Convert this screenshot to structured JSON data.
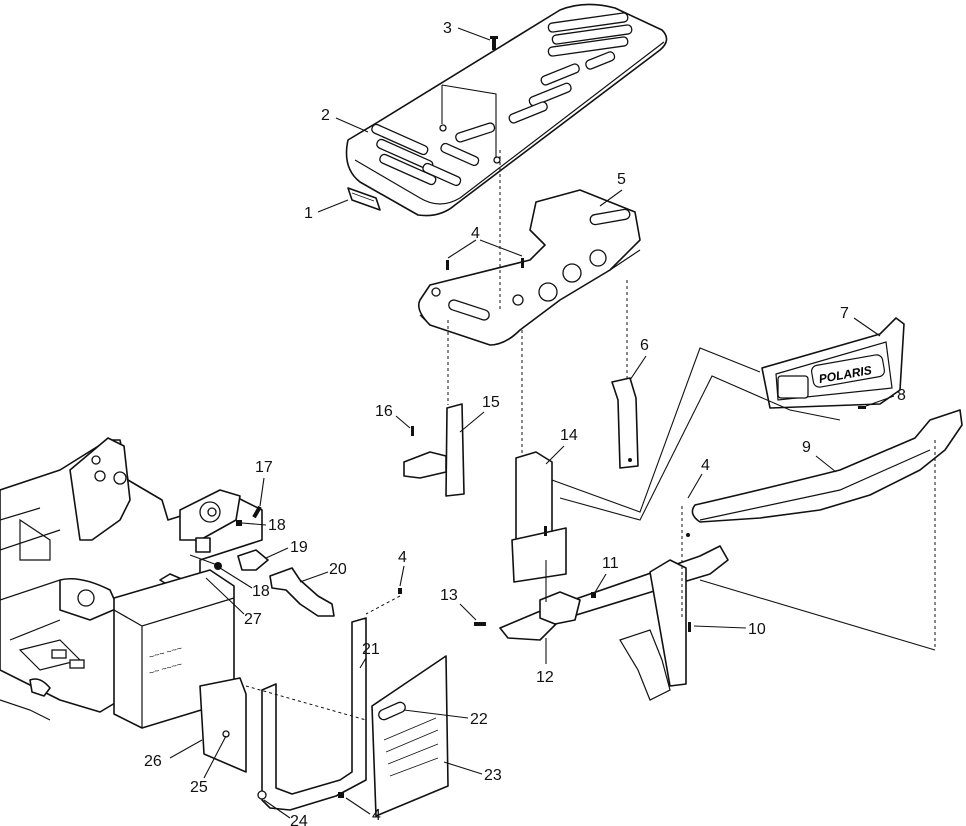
{
  "diagram": {
    "callouts": [
      {
        "id": "c1",
        "text": "1"
      },
      {
        "id": "c2",
        "text": "2"
      },
      {
        "id": "c3",
        "text": "3"
      },
      {
        "id": "c4a",
        "text": "4"
      },
      {
        "id": "c5",
        "text": "5"
      },
      {
        "id": "c6",
        "text": "6"
      },
      {
        "id": "c7",
        "text": "7"
      },
      {
        "id": "c8",
        "text": "8"
      },
      {
        "id": "c9",
        "text": "9"
      },
      {
        "id": "c4b",
        "text": "4"
      },
      {
        "id": "c10",
        "text": "10"
      },
      {
        "id": "c11",
        "text": "11"
      },
      {
        "id": "c12",
        "text": "12"
      },
      {
        "id": "c13",
        "text": "13"
      },
      {
        "id": "c14",
        "text": "14"
      },
      {
        "id": "c15",
        "text": "15"
      },
      {
        "id": "c16",
        "text": "16"
      },
      {
        "id": "c17",
        "text": "17"
      },
      {
        "id": "c18a",
        "text": "18"
      },
      {
        "id": "c18b",
        "text": "18"
      },
      {
        "id": "c19",
        "text": "19"
      },
      {
        "id": "c20",
        "text": "20"
      },
      {
        "id": "c4c",
        "text": "4"
      },
      {
        "id": "c21",
        "text": "21"
      },
      {
        "id": "c22",
        "text": "22"
      },
      {
        "id": "c23",
        "text": "23"
      },
      {
        "id": "c24",
        "text": "24"
      },
      {
        "id": "c4d",
        "text": "4"
      },
      {
        "id": "c25",
        "text": "25"
      },
      {
        "id": "c26",
        "text": "26"
      },
      {
        "id": "c27",
        "text": "27"
      }
    ],
    "grille_logo_text": "POLARIS"
  }
}
